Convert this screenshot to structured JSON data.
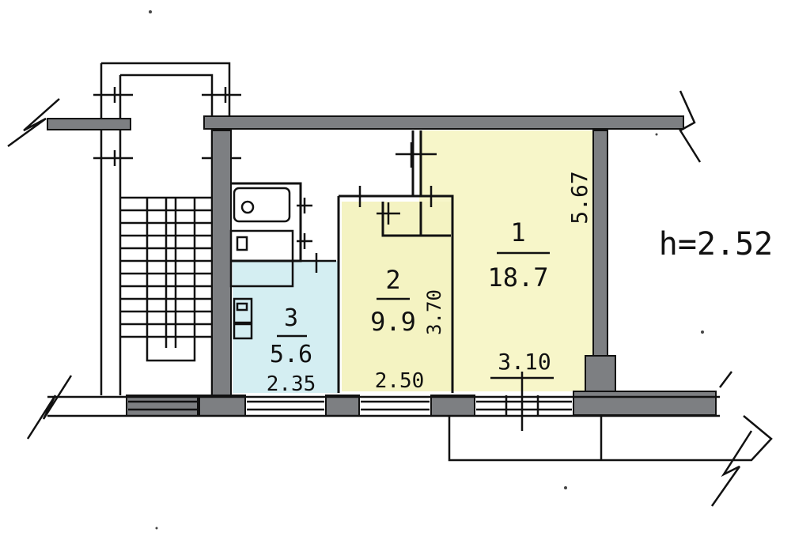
{
  "ceiling_height": "h=2.52",
  "rooms": [
    {
      "number": "1",
      "area": "18.7",
      "width": "3.10",
      "length": "5.67",
      "color": "#f7f6c9"
    },
    {
      "number": "2",
      "area": "9.9",
      "width": "2.50",
      "length": "3.70",
      "color": "#f4f3c2"
    },
    {
      "number": "3",
      "area": "5.6",
      "width": "2.35",
      "color": "#d4eef2"
    }
  ],
  "colors": {
    "wall": "#7d7f82",
    "line": "#111111"
  },
  "icons": [
    "stairs",
    "bathtub",
    "sink",
    "toilet",
    "windows",
    "balcony",
    "break-marks"
  ]
}
